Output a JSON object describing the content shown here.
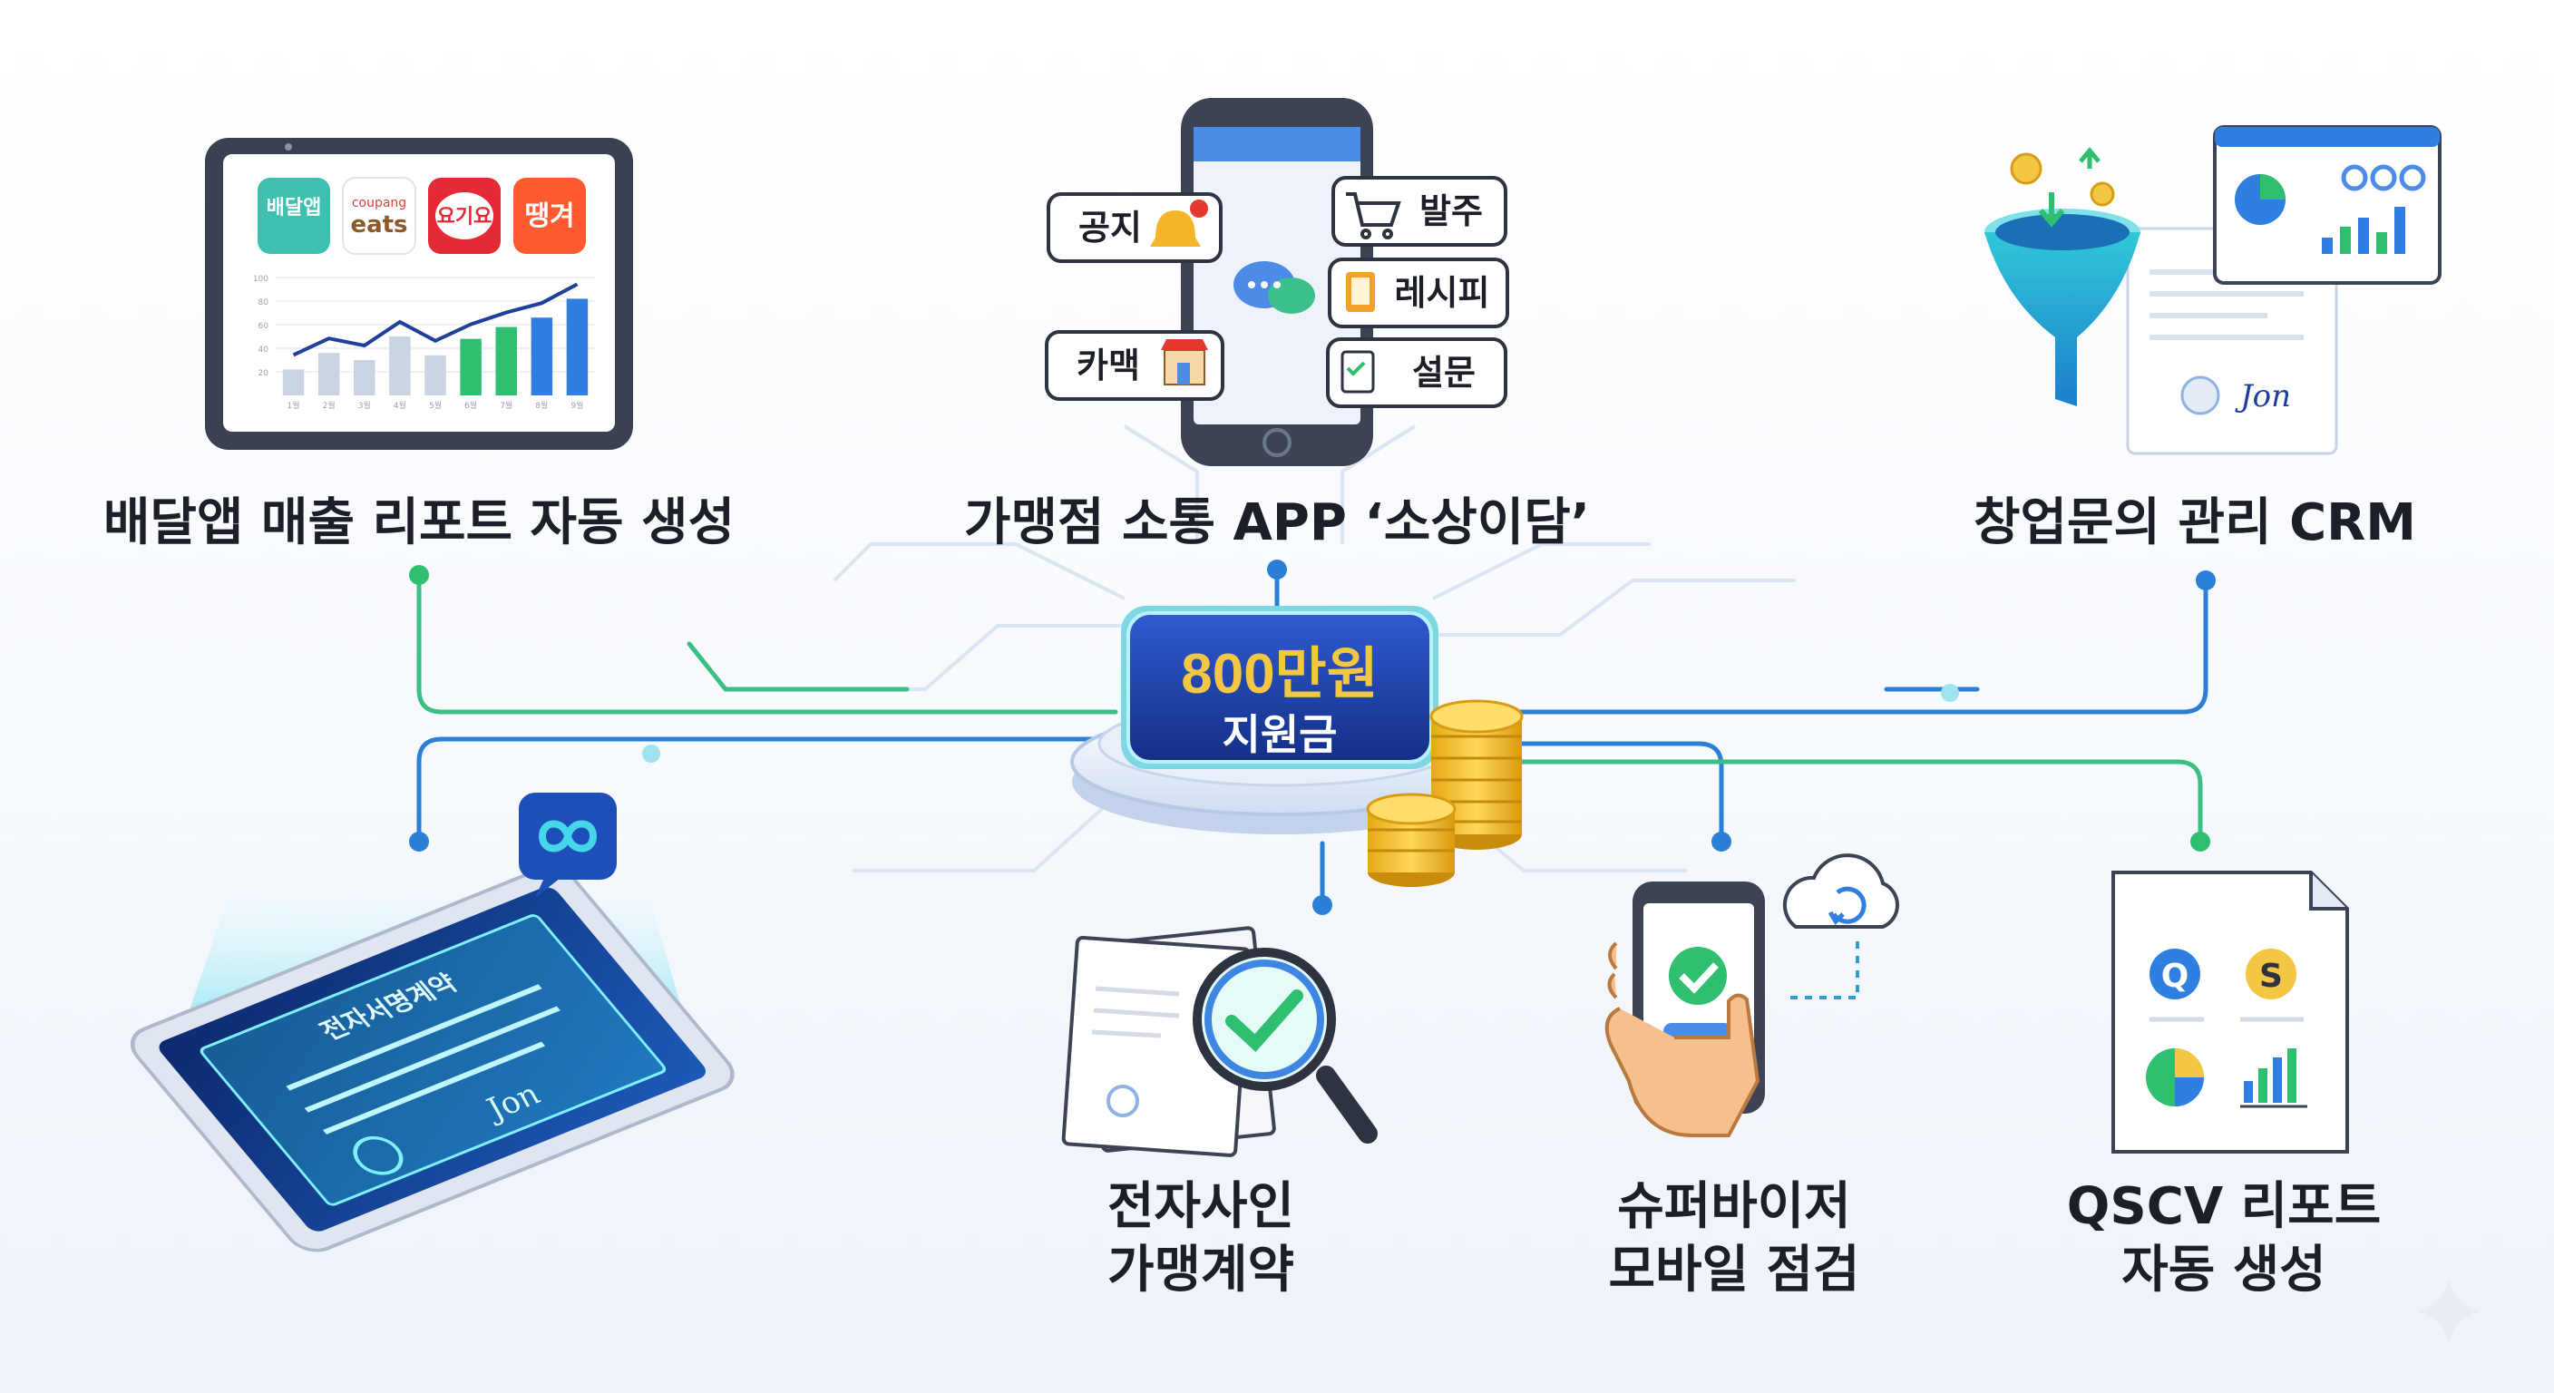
{
  "hub": {
    "amount": "800만원",
    "caption": "지원금"
  },
  "features": {
    "delivery_report": {
      "label": "배달앱 매출 리포트 자동 생성",
      "apps": [
        "배달앱",
        "coupang",
        "eats",
        "요기요",
        "땡겨"
      ],
      "axis_ticks": [
        "100",
        "80",
        "60",
        "40",
        "20"
      ],
      "month_ticks": [
        "1월",
        "2월",
        "3월",
        "4월",
        "5월",
        "6월",
        "7월",
        "8월",
        "9월"
      ],
      "values": [
        22,
        36,
        30,
        50,
        34,
        48,
        58,
        66,
        82
      ]
    },
    "store_app": {
      "label": "가맹점 소통 APP ‘소상이담’",
      "bubbles": [
        "공지",
        "발주",
        "레시피",
        "카맥",
        "설문"
      ]
    },
    "crm": {
      "label": "창업문의 관리 CRM",
      "signature": "Jon"
    },
    "e_contract": {
      "label_line1": "전자사인",
      "label_line2": "가맹계약",
      "tablet_doc_title": "전자서명계약",
      "signature": "Jon"
    },
    "supervisor": {
      "label_line1": "슈퍼바이저",
      "label_line2": "모바일 점검"
    },
    "qscv": {
      "label_line1": "QSCV 리포트",
      "label_line2": "자동 생성",
      "badges": [
        "Q",
        "S"
      ]
    }
  },
  "colors": {
    "navy": "#1e3f9c",
    "gold": "#f3c644",
    "green": "#2fbf71",
    "blue": "#2f7fe0",
    "teal": "#35c3d3",
    "red": "#e5392f"
  },
  "icons": [
    "bell-icon",
    "cart-icon",
    "chat-icon",
    "book-icon",
    "shop-icon",
    "clipboard-icon",
    "funnel-icon",
    "coin-icon",
    "magnifier-icon",
    "check-icon",
    "cloud-sync-icon",
    "pie-chart-icon",
    "bar-chart-icon",
    "infinity-icon",
    "seal-icon",
    "sparkle-icon"
  ]
}
